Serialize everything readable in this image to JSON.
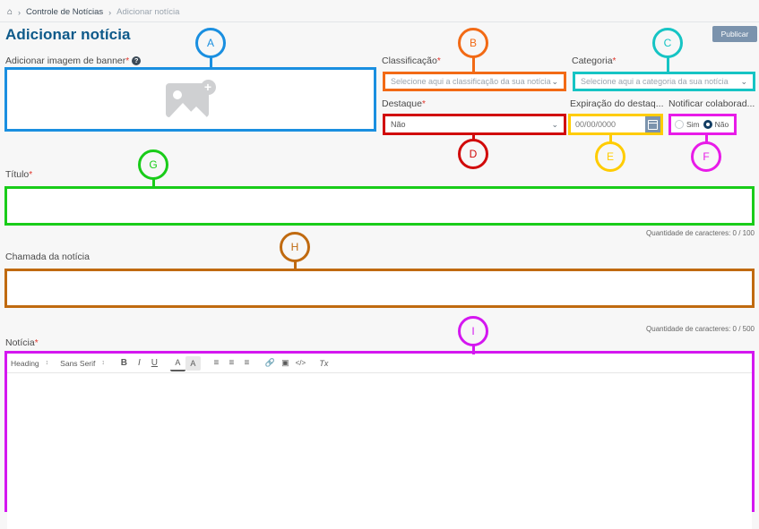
{
  "breadcrumb": {
    "home_icon": "home-icon",
    "separator": "›",
    "link": "Controle de Notícias",
    "current": "Adicionar notícia"
  },
  "header": {
    "title": "Adicionar notícia",
    "publish_label": "Publicar"
  },
  "banner": {
    "label": "Adicionar imagem de banner",
    "required_mark": "*",
    "help_icon": "help-circle-icon",
    "placeholder_icon": "add-image-icon",
    "plus_glyph": "+"
  },
  "fields": {
    "classificacao": {
      "label": "Classificação",
      "required_mark": "*",
      "placeholder": "Selecione aqui a classificação da sua notícia",
      "chevron": "⌄"
    },
    "categoria": {
      "label": "Categoria",
      "required_mark": "*",
      "placeholder": "Selecione aqui a categoria da sua notícia",
      "chevron": "⌄"
    },
    "destaque": {
      "label": "Destaque",
      "required_mark": "*",
      "value": "Não",
      "chevron": "⌄"
    },
    "expiracao": {
      "label": "Expiração do destaq...",
      "placeholder": "00/00/0000",
      "value": "",
      "calendar_icon": "calendar-icon"
    },
    "notificar": {
      "label": "Notificar colaborad...",
      "options": [
        "Sim",
        "Não"
      ],
      "selected": "Não"
    },
    "titulo": {
      "label": "Título",
      "required_mark": "*",
      "value": "",
      "counter": "Quantidade de caracteres: 0 / 100"
    },
    "chamada": {
      "label": "Chamada da notícia",
      "value": "",
      "counter": "Quantidade de caracteres: 0 / 500"
    },
    "noticia": {
      "label": "Notícia",
      "required_mark": "*",
      "value": ""
    }
  },
  "editor_toolbar": {
    "heading_label": "Heading",
    "font_label": "Sans Serif",
    "stepper_glyph": "↕",
    "buttons": [
      {
        "name": "bold-icon",
        "glyph": "B"
      },
      {
        "name": "italic-icon",
        "glyph": "I"
      },
      {
        "name": "underline-icon",
        "glyph": "U"
      },
      {
        "name": "text-color-icon",
        "glyph": "A"
      },
      {
        "name": "highlight-color-icon",
        "glyph": "A"
      },
      {
        "name": "ordered-list-icon",
        "glyph": "≡"
      },
      {
        "name": "unordered-list-icon",
        "glyph": "≡"
      },
      {
        "name": "align-icon",
        "glyph": "≡"
      },
      {
        "name": "link-icon",
        "glyph": "🔗"
      },
      {
        "name": "image-icon",
        "glyph": "▣"
      },
      {
        "name": "code-icon",
        "glyph": "</>"
      },
      {
        "name": "clear-format-icon",
        "glyph": "Tx"
      }
    ]
  },
  "annotations": [
    {
      "id": "A",
      "label": "A",
      "color": "#1a8fe0"
    },
    {
      "id": "B",
      "label": "B",
      "color": "#f26a15"
    },
    {
      "id": "C",
      "label": "C",
      "color": "#16c4c4"
    },
    {
      "id": "D",
      "label": "D",
      "color": "#d10a0a"
    },
    {
      "id": "E",
      "label": "E",
      "color": "#ffcc00"
    },
    {
      "id": "F",
      "label": "F",
      "color": "#e81be8"
    },
    {
      "id": "G",
      "label": "G",
      "color": "#19cc19"
    },
    {
      "id": "H",
      "label": "H",
      "color": "#c06a10"
    },
    {
      "id": "I",
      "label": "I",
      "color": "#d417f0"
    }
  ]
}
